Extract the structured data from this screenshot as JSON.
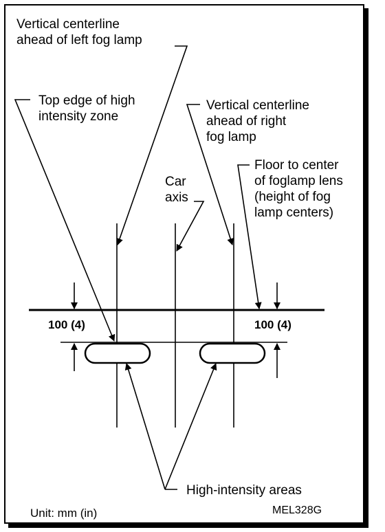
{
  "labels": {
    "left_centerline": [
      "Vertical centerline",
      "ahead of left fog lamp"
    ],
    "top_edge": [
      "Top edge of high",
      "intensity zone"
    ],
    "right_centerline": [
      "Vertical centerline",
      "ahead of right",
      "fog lamp"
    ],
    "floor_to_center": [
      "Floor to center",
      "of foglamp lens",
      "(height of fog",
      "lamp centers)"
    ],
    "car_axis": [
      "Car",
      "axis"
    ],
    "high_intensity": "High-intensity areas"
  },
  "dimensions": {
    "left": "100 (4)",
    "right": "100 (4)"
  },
  "footer": {
    "unit": "Unit: mm (in)",
    "code": "MEL328G"
  }
}
